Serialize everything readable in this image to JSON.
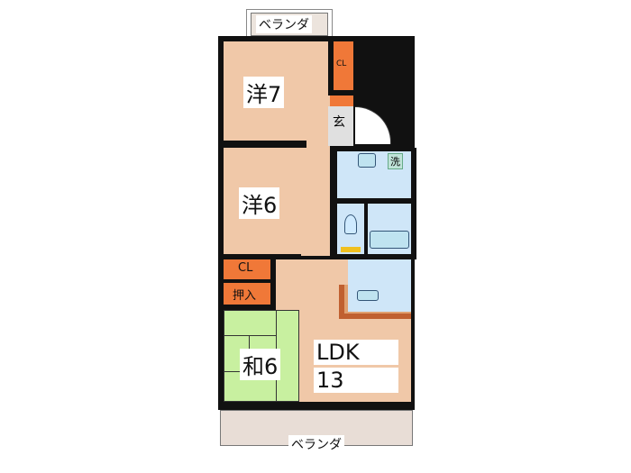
{
  "floor_plan": {
    "rooms": {
      "western_7": {
        "label": "洋7"
      },
      "western_6": {
        "label": "洋6"
      },
      "japanese_6": {
        "label": "和6"
      },
      "ldk": {
        "label": "LDK",
        "size": "13"
      },
      "entrance": {
        "label": "玄"
      },
      "washroom": {
        "label": "洗"
      },
      "closet_top": {
        "label": "CL"
      },
      "closet_mid": {
        "label": "CL"
      },
      "oshiire": {
        "label": "押入"
      }
    },
    "balconies": {
      "top": {
        "label": "ベランダ"
      },
      "bottom": {
        "label": "ベランダ"
      }
    },
    "colors": {
      "floor": "#f0c8a8",
      "tatami": "#c8f0a0",
      "wet_area": "#cfe6f8",
      "closet": "#f07838",
      "wall": "#111111",
      "balcony": "#e8ddd6"
    }
  }
}
